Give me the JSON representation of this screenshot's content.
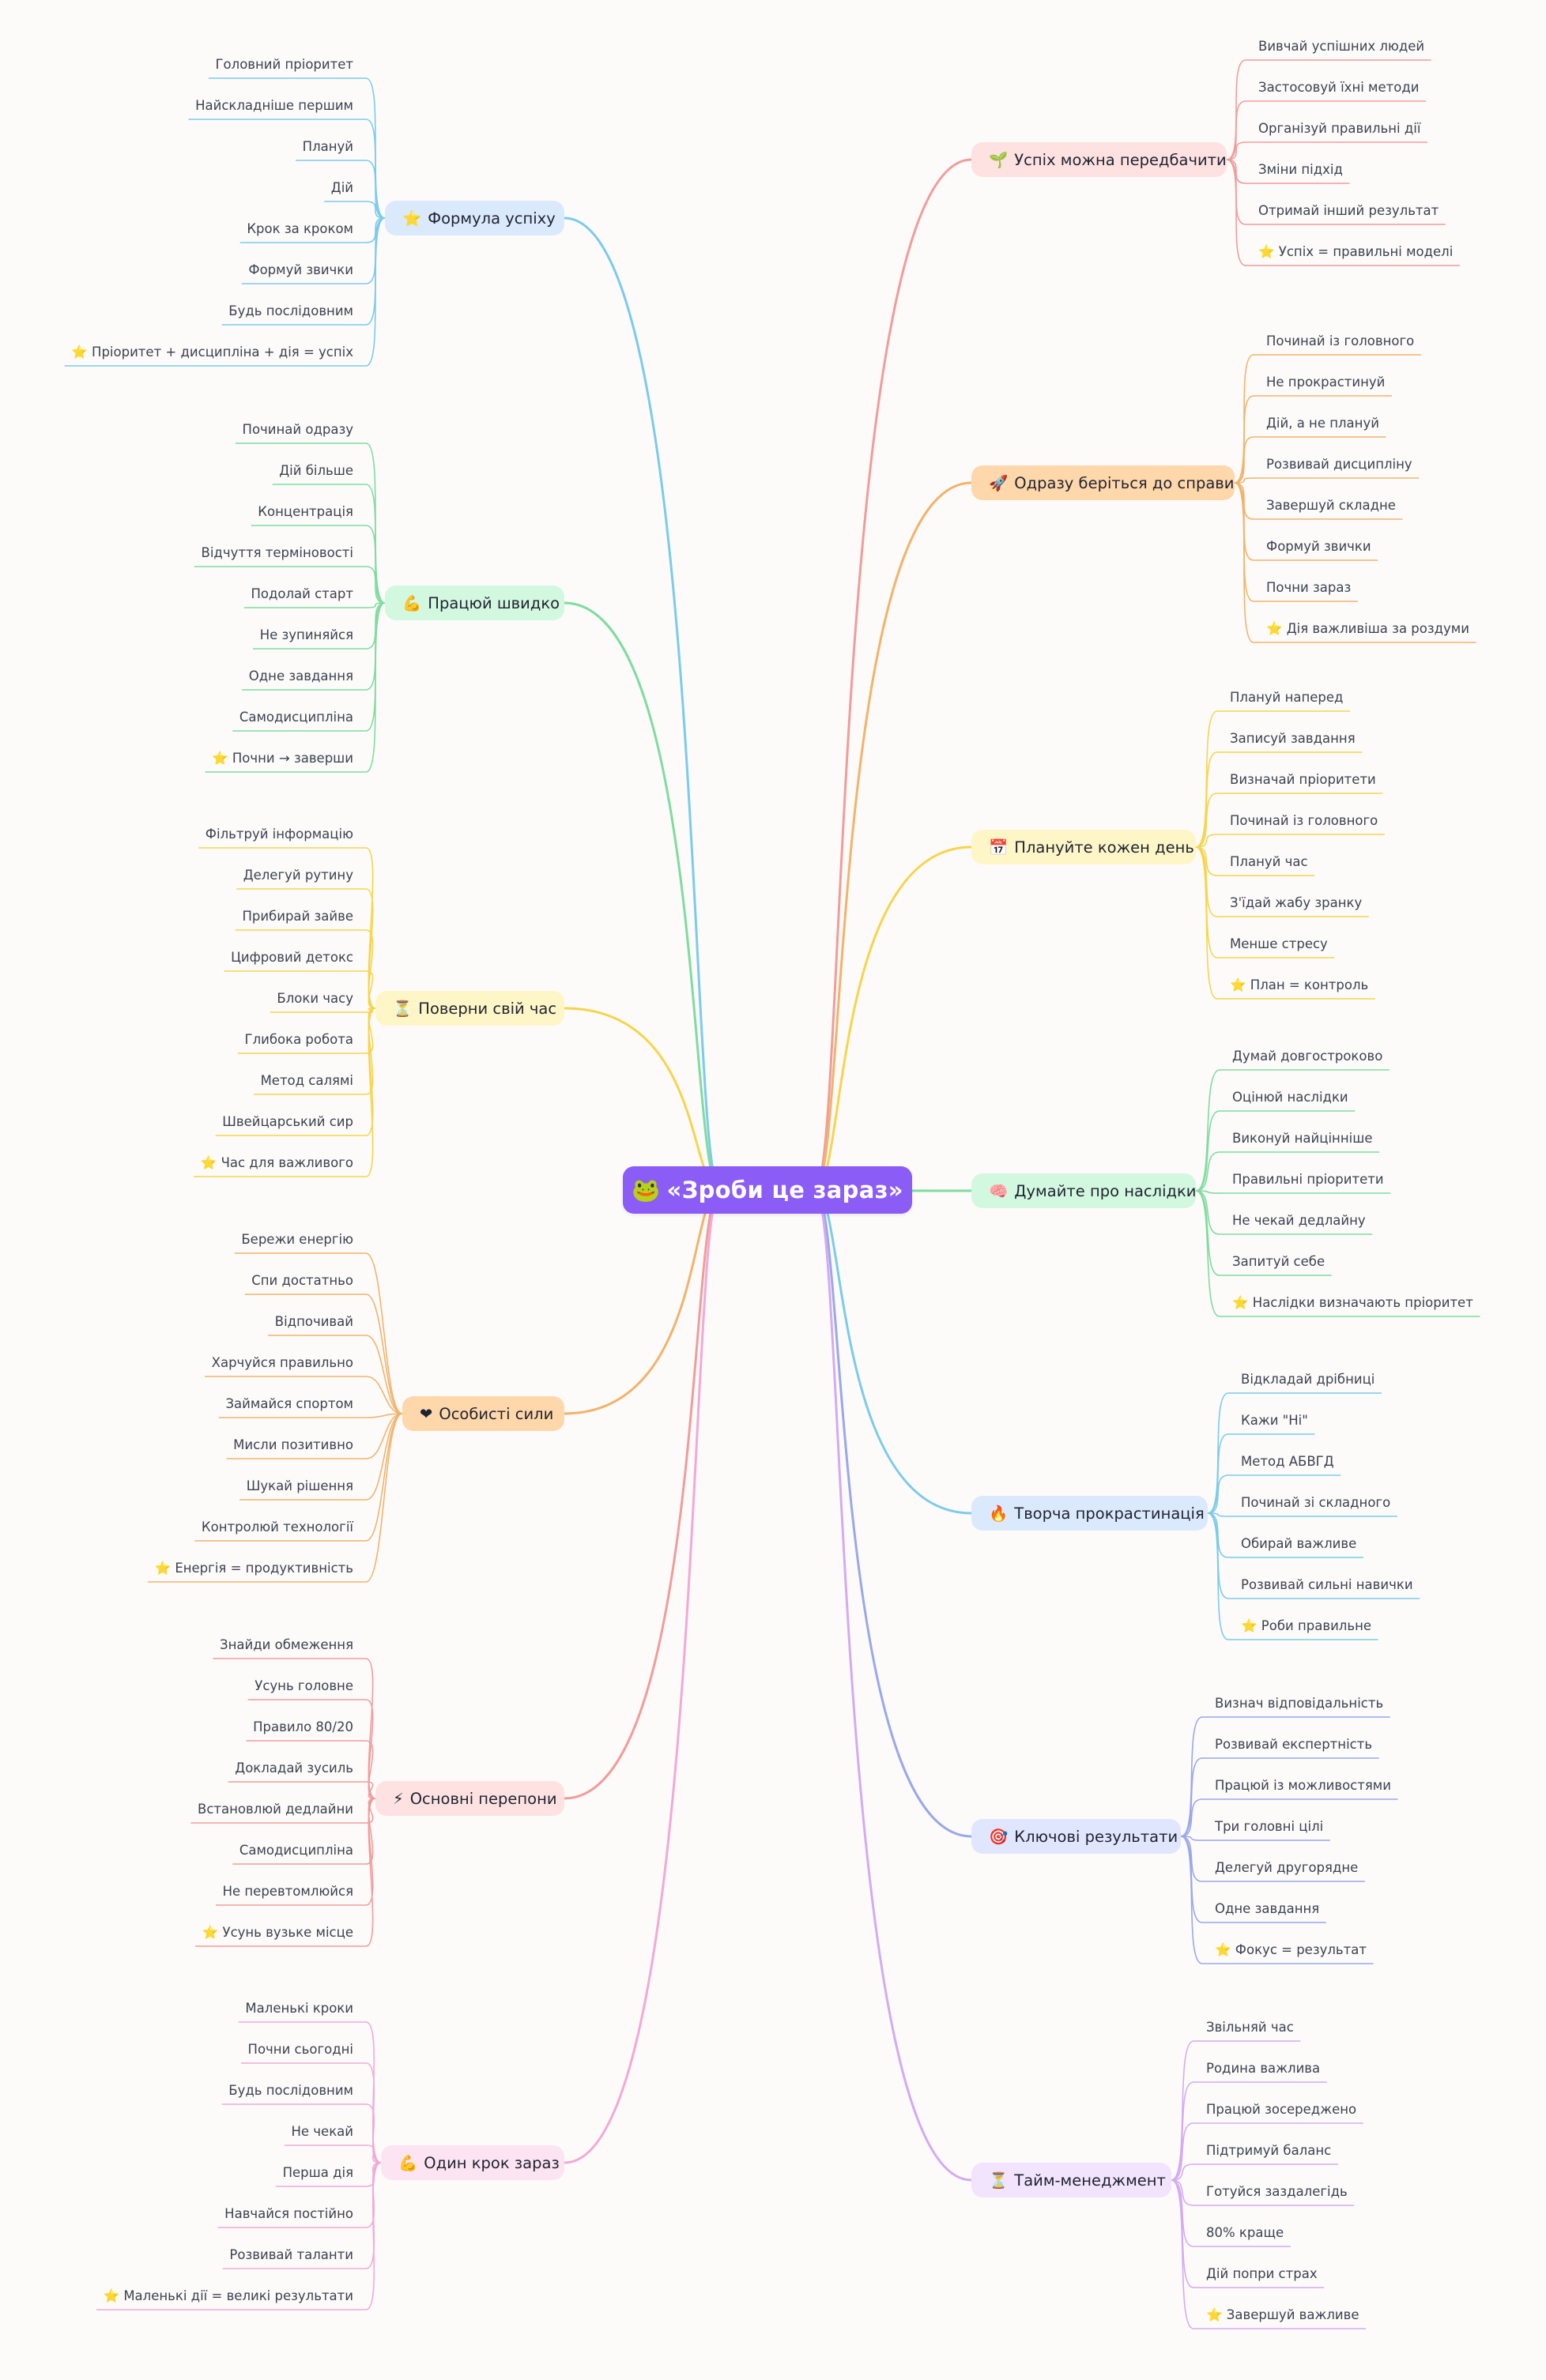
{
  "center": {
    "icon": "🐸",
    "label": "«Зроби це зараз»"
  },
  "branches": [
    {
      "id": "b0",
      "side": "right",
      "color": "#f19c9a",
      "fill": "#fde2e1",
      "icon": "🌱",
      "label": "Успіх можна передбачити",
      "leaves": [
        "Вивчай успішних людей",
        "Застосовуй їхні методи",
        "Організуй правильні дії",
        "Зміни підхід",
        "Отримай інший результат",
        "⭐ Успіх = правильні моделі"
      ]
    },
    {
      "id": "b1",
      "side": "right",
      "color": "#f2b36b",
      "fill": "#fed7aa",
      "icon": "🚀",
      "label": "Одразу беріться до справи",
      "leaves": [
        "Починай із головного",
        "Не прокрастинуй",
        "Дій, а не плануй",
        "Розвивай дисципліну",
        "Завершуй складне",
        "Формуй звички",
        "Почни зараз",
        "⭐ Дія важливіша за роздуми"
      ]
    },
    {
      "id": "b2",
      "side": "right",
      "color": "#f7d44c",
      "fill": "#fef6c7",
      "icon": "📅",
      "label": "Плануйте кожен день",
      "leaves": [
        "Плануй наперед",
        "Записуй завдання",
        "Визначай пріоритети",
        "Починай із головного",
        "Плануй час",
        "З'їдай жабу зранку",
        "Менше стресу",
        "⭐ План = контроль"
      ]
    },
    {
      "id": "b3",
      "side": "right",
      "color": "#7fdc9e",
      "fill": "#d3f8e0",
      "icon": "🧠",
      "label": "Думайте про наслідки",
      "leaves": [
        "Думай довгостроково",
        "Оцінюй наслідки",
        "Виконуй найцінніше",
        "Правильні пріоритети",
        "Не чекай дедлайну",
        "Запитуй себе",
        "⭐ Наслідки визначають пріоритет"
      ]
    },
    {
      "id": "b4",
      "side": "right",
      "color": "#7ccbea",
      "fill": "#dbe9fd",
      "icon": "🔥",
      "label": "Творча прокрастинація",
      "leaves": [
        "Відкладай дрібниці",
        "Кажи \"Ні\"",
        "Метод АБВГД",
        "Починай зі складного",
        "Обирай важливе",
        "Розвивай сильні навички",
        "⭐ Роби правильне"
      ]
    },
    {
      "id": "b5",
      "side": "right",
      "color": "#9aa8ea",
      "fill": "#e0e6fd",
      "icon": "🎯",
      "label": "Ключові результати",
      "leaves": [
        "Визнач відповідальність",
        "Розвивай експертність",
        "Працюй із можливостями",
        "Три головні цілі",
        "Делегуй другорядне",
        "Одне завдання",
        "⭐ Фокус = результат"
      ]
    },
    {
      "id": "b6",
      "side": "right",
      "color": "#d5aaf0",
      "fill": "#f2e4fc",
      "icon": "⏳",
      "label": "Тайм-менеджмент",
      "leaves": [
        "Звільняй час",
        "Родина важлива",
        "Працюй зосереджено",
        "Підтримуй баланс",
        "Готуйся заздалегідь",
        "80% краще",
        "Дій попри страх",
        "⭐ Завершуй важливе"
      ]
    },
    {
      "id": "b7",
      "side": "left",
      "color": "#7ccbea",
      "fill": "#dbe9fd",
      "icon": "⭐",
      "label": "Формула успіху",
      "leaves": [
        "Головний пріоритет",
        "Найскладніше першим",
        "Плануй",
        "Дій",
        "Крок за кроком",
        "Формуй звички",
        "Будь послідовним",
        "⭐ Пріоритет + дисципліна + дія = успіх"
      ]
    },
    {
      "id": "b8",
      "side": "left",
      "color": "#7fdc9e",
      "fill": "#d3f8e0",
      "icon": "💪",
      "label": "Працюй швидко",
      "leaves": [
        "Починай одразу",
        "Дій більше",
        "Концентрація",
        "Відчуття терміновості",
        "Подолай старт",
        "Не зупиняйся",
        "Одне завдання",
        "Самодисципліна",
        "⭐ Почни → заверши"
      ]
    },
    {
      "id": "b9",
      "side": "left",
      "color": "#f7d44c",
      "fill": "#fef6c7",
      "icon": "⏳",
      "label": "Поверни свій час",
      "leaves": [
        "Фільтруй інформацію",
        "Делегуй рутину",
        "Прибирай зайве",
        "Цифровий детокс",
        "Блоки часу",
        "Глибока робота",
        "Метод салямі",
        "Швейцарський сир",
        "⭐ Час для важливого"
      ]
    },
    {
      "id": "b10",
      "side": "left",
      "color": "#f2b36b",
      "fill": "#fed7aa",
      "icon": "❤",
      "label": "Особисті сили",
      "leaves": [
        "Бережи енергію",
        "Спи достатньо",
        "Відпочивай",
        "Харчуйся правильно",
        "Займайся спортом",
        "Мисли позитивно",
        "Шукай рішення",
        "Контролюй технології",
        "⭐ Енергія = продуктивність"
      ]
    },
    {
      "id": "b11",
      "side": "left",
      "color": "#f19c9a",
      "fill": "#fde2e1",
      "icon": "⚡",
      "label": "Основні перепони",
      "leaves": [
        "Знайди обмеження",
        "Усунь головне",
        "Правило 80/20",
        "Докладай зусиль",
        "Встановлюй дедлайни",
        "Самодисципліна",
        "Не перевтомлюйся",
        "⭐ Усунь вузьке місце"
      ]
    },
    {
      "id": "b12",
      "side": "left",
      "color": "#f2a9d6",
      "fill": "#fde4f2",
      "icon": "💪",
      "label": "Один крок зараз",
      "leaves": [
        "Маленькі кроки",
        "Почни сьогодні",
        "Будь послідовним",
        "Не чекай",
        "Перша дія",
        "Навчайся постійно",
        "Розвивай таланти",
        "⭐ Маленькі дії = великі результати"
      ]
    }
  ]
}
